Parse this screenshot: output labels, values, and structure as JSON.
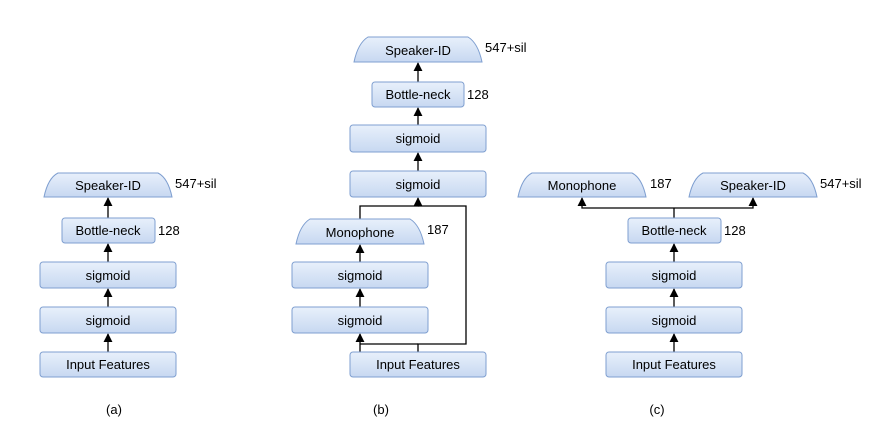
{
  "colors": {
    "box_fill_top": "#e8f0fb",
    "box_fill_bottom": "#c7d8f1",
    "box_stroke": "#7f9fd0",
    "edge": "#000000"
  },
  "panel_a": {
    "caption": "(a)",
    "input": "Input Features",
    "sigmoid_1": "sigmoid",
    "sigmoid_2": "sigmoid",
    "bottleneck": "Bottle-neck",
    "bottleneck_dim": "128",
    "speaker": "Speaker-ID",
    "speaker_dim": "547+sil"
  },
  "panel_b": {
    "caption": "(b)",
    "input": "Input Features",
    "sigmoid_1": "sigmoid",
    "sigmoid_2": "sigmoid",
    "monophone": "Monophone",
    "monophone_dim": "187",
    "sigmoid_3": "sigmoid",
    "sigmoid_4": "sigmoid",
    "bottleneck": "Bottle-neck",
    "bottleneck_dim": "128",
    "speaker": "Speaker-ID",
    "speaker_dim": "547+sil"
  },
  "panel_c": {
    "caption": "(c)",
    "input": "Input Features",
    "sigmoid_1": "sigmoid",
    "sigmoid_2": "sigmoid",
    "bottleneck": "Bottle-neck",
    "bottleneck_dim": "128",
    "monophone": "Monophone",
    "monophone_dim": "187",
    "speaker": "Speaker-ID",
    "speaker_dim": "547+sil"
  }
}
